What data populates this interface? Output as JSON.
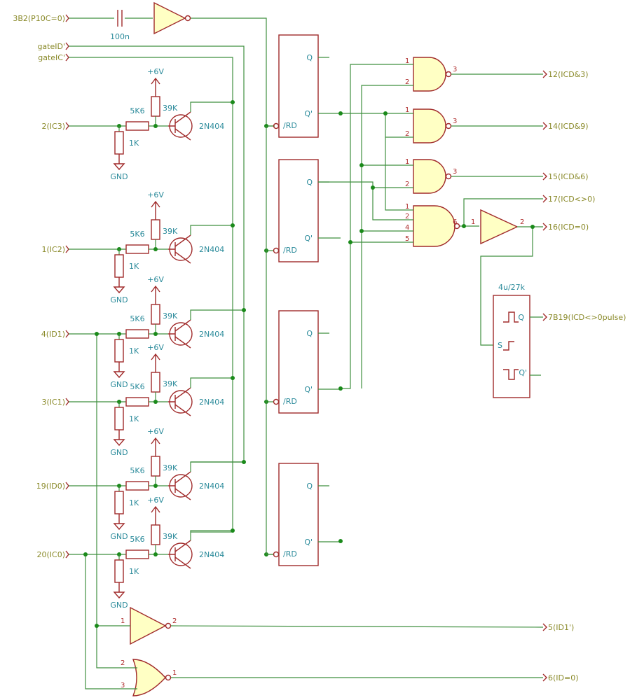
{
  "inputs": {
    "p10c": "3B2(P10C=0)",
    "gate_id": "gateID'",
    "gate_ic": "gateIC'",
    "ic3": "2(IC3)",
    "ic2": "1(IC2)",
    "id1": "4(ID1)",
    "ic1": "3(IC1)",
    "id0": "19(ID0)",
    "ic0": "20(IC0)"
  },
  "outputs": {
    "icd_and3": "12(ICD&3)",
    "icd_and9": "14(ICD&9)",
    "icd_and6": "15(ICD&6)",
    "icd_ne0": "17(ICD<>0)",
    "icd_eq0": "16(ICD=0)",
    "icd_pulse": "7B19(ICD<>0pulse)",
    "id1_not": "5(ID1')",
    "id_eq0": "6(ID=0)"
  },
  "components": {
    "capacitor": "100n",
    "base_resistor": "5K6",
    "pulldown_resistor": "1K",
    "collector_resistor": "39K",
    "transistor": "2N404",
    "supply": "+6V",
    "ground": "GND",
    "monostable": "4u/27k"
  },
  "flipflop_pins": {
    "q": "Q",
    "q_not": "Q'",
    "reset": "/RD",
    "set": "S"
  },
  "pin_numbers": {
    "p1": "1",
    "p2": "2",
    "p3": "3",
    "p4": "4",
    "p5": "5",
    "p6": "6"
  }
}
